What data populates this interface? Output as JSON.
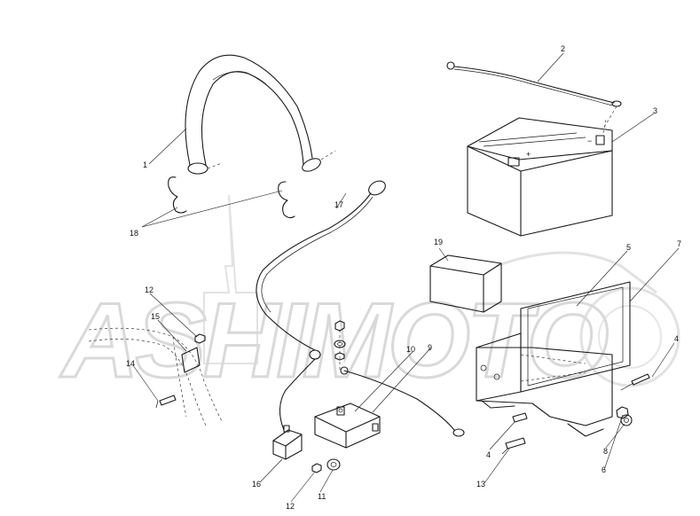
{
  "diagram": {
    "watermark": {
      "text": "ASHIMOTO",
      "color": "#d9d9d9"
    },
    "ink_color": "#1a1a1a",
    "callouts": [
      {
        "id": "c1",
        "label": "1"
      },
      {
        "id": "c2",
        "label": "2"
      },
      {
        "id": "c3",
        "label": "3"
      },
      {
        "id": "c4a",
        "label": "4"
      },
      {
        "id": "c4b",
        "label": "4"
      },
      {
        "id": "c5",
        "label": "5"
      },
      {
        "id": "c6",
        "label": "6"
      },
      {
        "id": "c7",
        "label": "7"
      },
      {
        "id": "c8",
        "label": "8"
      },
      {
        "id": "c9",
        "label": "9"
      },
      {
        "id": "c10",
        "label": "10"
      },
      {
        "id": "c11",
        "label": "11"
      },
      {
        "id": "c12a",
        "label": "12"
      },
      {
        "id": "c12b",
        "label": "12"
      },
      {
        "id": "c13",
        "label": "13"
      },
      {
        "id": "c14",
        "label": "14"
      },
      {
        "id": "c15",
        "label": "15"
      },
      {
        "id": "c16",
        "label": "16"
      },
      {
        "id": "c17",
        "label": "17"
      },
      {
        "id": "c18",
        "label": "18"
      },
      {
        "id": "c19",
        "label": "19"
      }
    ]
  }
}
